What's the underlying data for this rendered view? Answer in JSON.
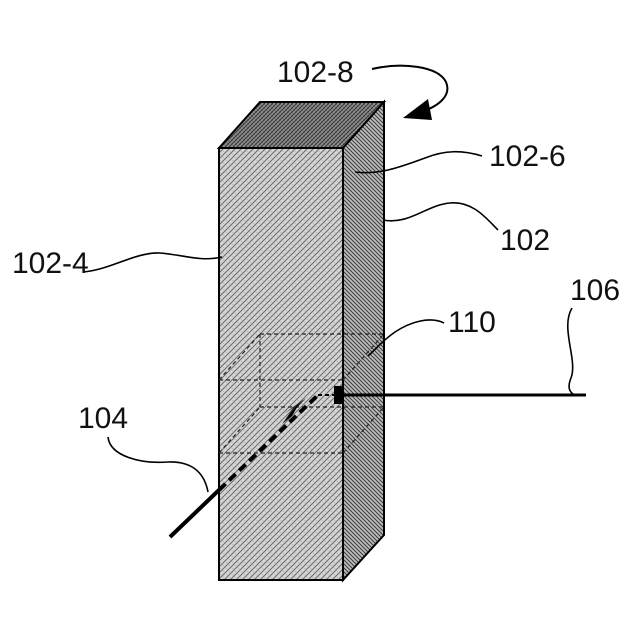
{
  "labels": {
    "block": "102",
    "front_face": "102-4",
    "side_face": "102-6",
    "top_rotation": "102-8",
    "incident_beam": "104",
    "exit_beam": "106",
    "focus_region": "110"
  }
}
